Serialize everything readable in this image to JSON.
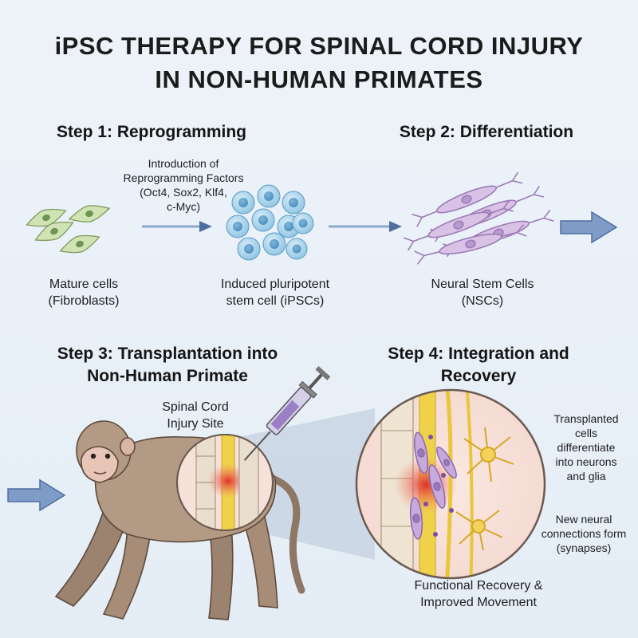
{
  "title": {
    "line1": "iPSC THERAPY FOR SPINAL CORD INJURY",
    "line2": "IN NON-HUMAN PRIMATES"
  },
  "step1": {
    "heading": "Step 1: Reprogramming",
    "factors_line1": "Introduction of",
    "factors_line2": "Reprogramming Factors",
    "factors_line3": "(Oct4, Sox2, Klf4,",
    "factors_line4": "c-Myc)",
    "mature_line1": "Mature cells",
    "mature_line2": "(Fibroblasts)",
    "ipsc_line1": "Induced pluripotent",
    "ipsc_line2": "stem cell (iPSCs)"
  },
  "step2": {
    "heading": "Step 2: Differentiation",
    "nsc_line1": "Neural Stem Cells",
    "nsc_line2": "(NSCs)"
  },
  "step3": {
    "heading_line1": "Step 3: Transplantation into",
    "heading_line2": "Non-Human Primate",
    "site_line1": "Spinal Cord",
    "site_line2": "Injury Site"
  },
  "step4": {
    "heading_line1": "Step 4: Integration and",
    "heading_line2": "Recovery",
    "transplanted_line1": "Transplanted",
    "transplanted_line2": "cells",
    "transplanted_line3": "differentiate",
    "transplanted_line4": "into neurons",
    "transplanted_line5": "and glia",
    "synapse_line1": "New neural",
    "synapse_line2": "connections form",
    "synapse_line3": "(synapses)",
    "recovery_line1": "Functional Recovery &",
    "recovery_line2": "Improved Movement"
  },
  "colors": {
    "background": "#e9f0f7",
    "arrow": "#7f9cc8",
    "fibroblast": "#cfe3b4",
    "ipsc": "#a9d4ea",
    "nsc": "#d9c2e6",
    "monkey": "#b39a85",
    "injury": "#e0483e",
    "spinal_cord": "#f0d24a"
  }
}
